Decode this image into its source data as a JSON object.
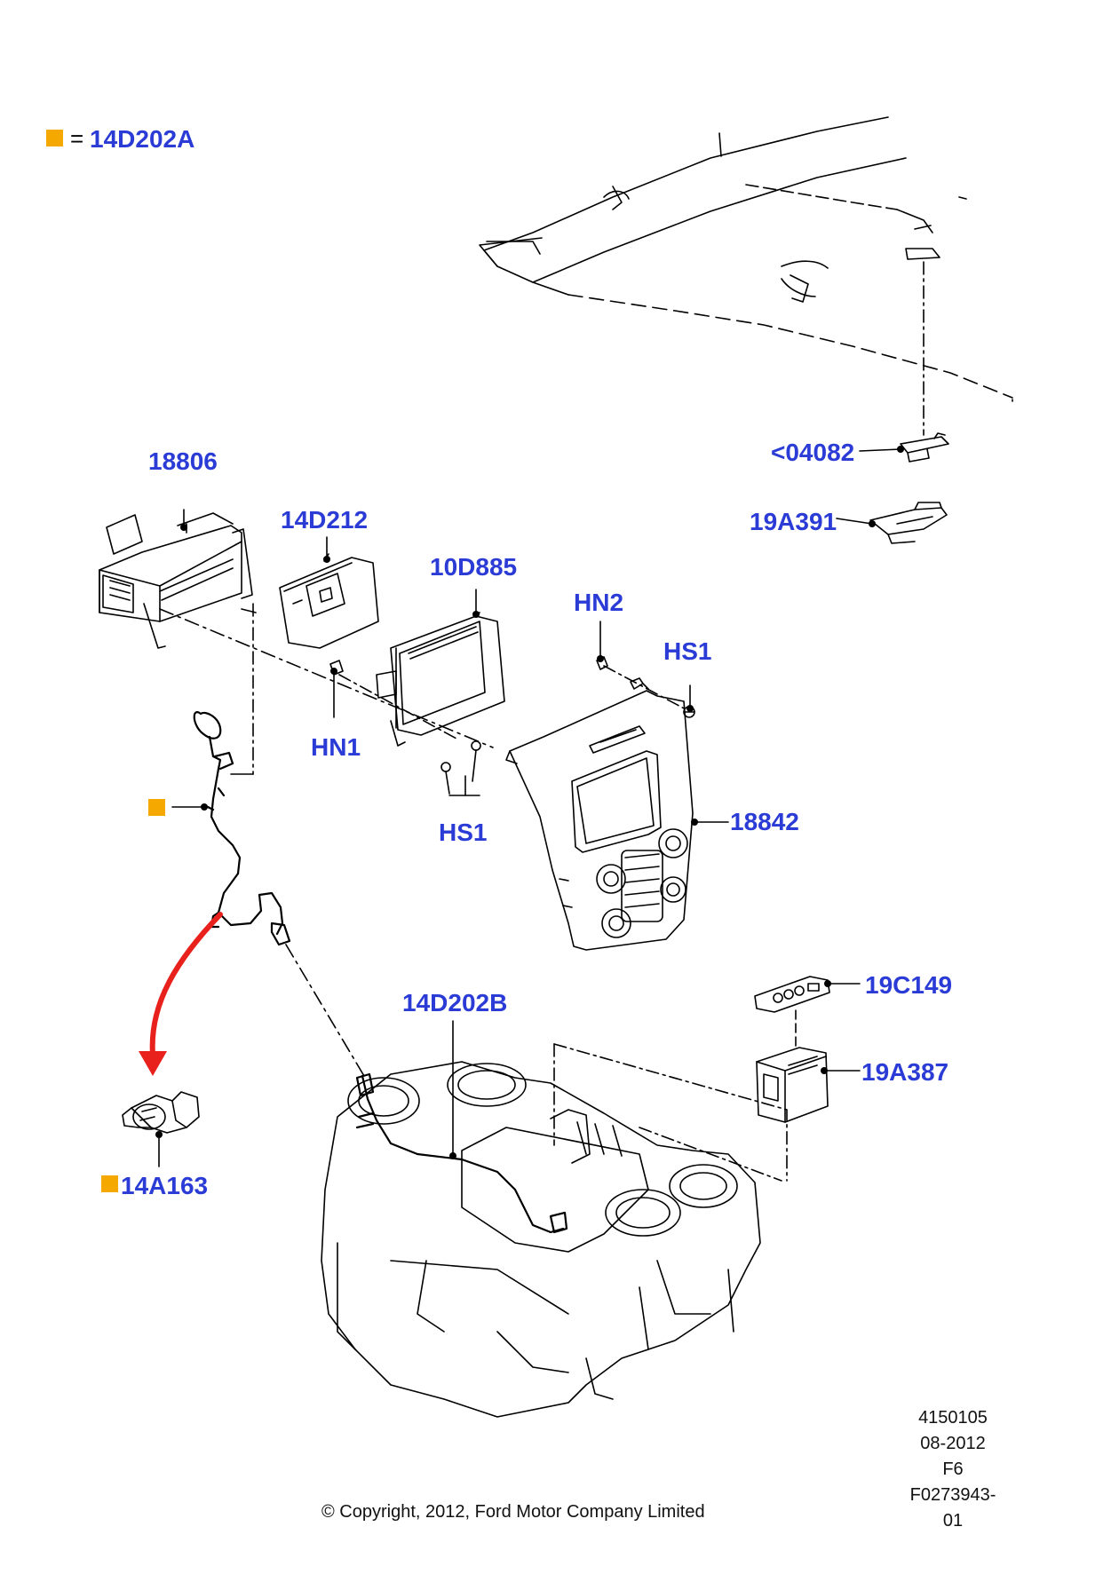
{
  "legend": {
    "symbol": "orange-square",
    "equals": "=",
    "part": "14D202A",
    "marker_color": "#f5a800"
  },
  "labels": {
    "p18806": "18806",
    "p14D212": "14D212",
    "p10D885": "10D885",
    "hn2": "HN2",
    "hs1_right": "HS1",
    "hn1": "HN1",
    "hs1_left": "HS1",
    "p18842": "18842",
    "p04082": "<04082",
    "p19A391": "19A391",
    "p19C149": "19C149",
    "p19A387": "19A387",
    "p14D202B": "14D202B",
    "p14A163": "14A163"
  },
  "colors": {
    "callout_text": "#2a3bd6",
    "line_art": "#000000",
    "arrow": "#e8211d",
    "marker": "#f5a800"
  },
  "meta": {
    "code": "4150105",
    "date": "08-2012",
    "revision": "F6",
    "figure_id": "F0273943-01"
  },
  "copyright": "© Copyright, 2012, Ford Motor Company Limited"
}
